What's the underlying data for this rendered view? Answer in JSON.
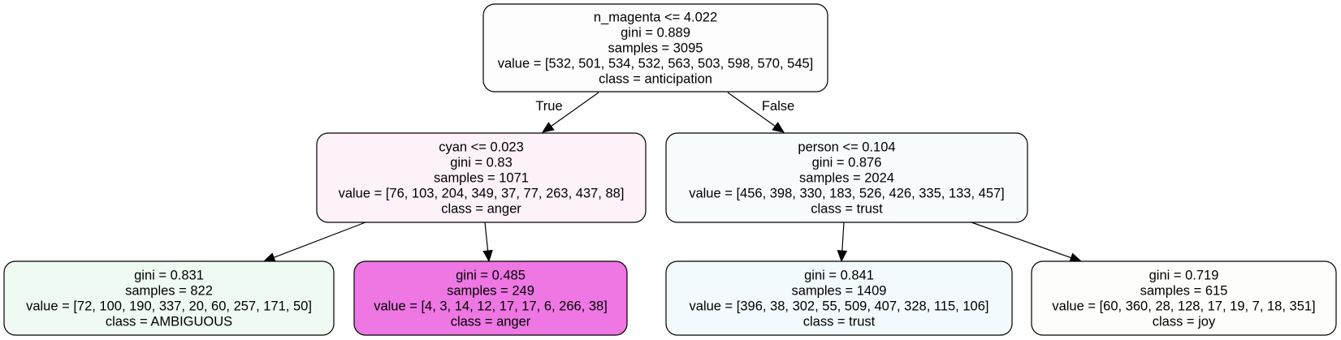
{
  "nodes": [
    {
      "id": "root",
      "fill": "#fdfdfd",
      "lines": [
        "n_magenta <= 4.022",
        "gini = 0.889",
        "samples = 3095",
        "value = [532, 501, 534, 532, 563, 503, 598, 570, 545]",
        "class = anticipation"
      ]
    },
    {
      "id": "left",
      "fill": "#fdf1fa",
      "lines": [
        "cyan <= 0.023",
        "gini = 0.83",
        "samples = 1071",
        "value = [76, 103, 204, 349, 37, 77, 263, 437, 88]",
        "class = anger"
      ]
    },
    {
      "id": "right",
      "fill": "#f8fcfd",
      "lines": [
        "person <= 0.104",
        "gini = 0.876",
        "samples = 2024",
        "value = [456, 398, 330, 183, 526, 426, 335, 133, 457]",
        "class = trust"
      ]
    },
    {
      "id": "left-left",
      "fill": "#effbf2",
      "lines": [
        "gini = 0.831",
        "samples = 822",
        "value = [72, 100, 190, 337, 20, 60, 257, 171, 50]",
        "class = AMBIGUOUS"
      ]
    },
    {
      "id": "left-right",
      "fill": "#ee77e3",
      "lines": [
        "gini = 0.485",
        "samples = 249",
        "value = [4, 3, 14, 12, 17, 17, 6, 266, 38]",
        "class = anger"
      ]
    },
    {
      "id": "right-left",
      "fill": "#f3fafd",
      "lines": [
        "gini = 0.841",
        "samples = 1409",
        "value = [396, 38, 302, 55, 509, 407, 328, 115, 106]",
        "class = trust"
      ]
    },
    {
      "id": "right-right",
      "fill": "#fdfefa",
      "lines": [
        "gini = 0.719",
        "samples = 615",
        "value = [60, 360, 28, 128, 17, 19, 7, 18, 351]",
        "class = joy"
      ]
    }
  ],
  "edges": [
    {
      "from": "root",
      "to": "left",
      "label": "True"
    },
    {
      "from": "root",
      "to": "right",
      "label": "False"
    },
    {
      "from": "left",
      "to": "left-left",
      "label": ""
    },
    {
      "from": "left",
      "to": "left-right",
      "label": ""
    },
    {
      "from": "right",
      "to": "right-left",
      "label": ""
    },
    {
      "from": "right",
      "to": "right-right",
      "label": ""
    }
  ]
}
